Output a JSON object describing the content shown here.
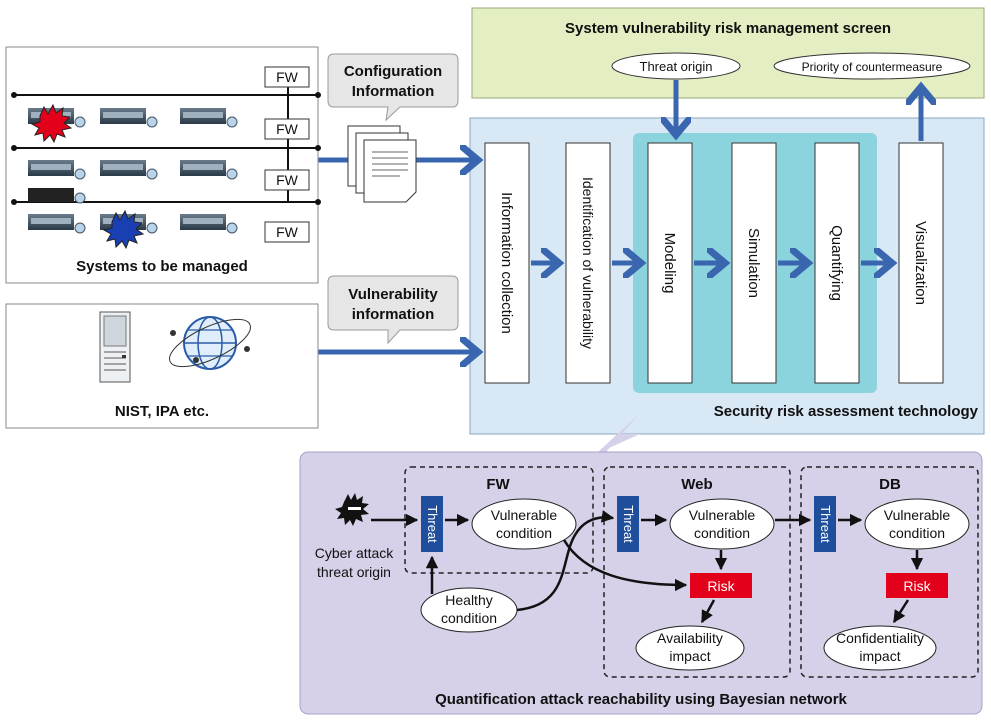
{
  "top_panel": {
    "title": "System vulnerability risk management screen",
    "threat_origin": "Threat origin",
    "priority": "Priority of countermeasure"
  },
  "systems_panel": {
    "caption": "Systems to be managed",
    "fw_labels": [
      "FW",
      "FW",
      "FW",
      "FW"
    ]
  },
  "config_callout": {
    "line1": "Configuration",
    "line2": "Information"
  },
  "vuln_callout": {
    "line1": "Vulnerability",
    "line2": "information"
  },
  "nist_panel": {
    "caption": "NIST, IPA etc."
  },
  "assessment_panel": {
    "caption": "Security risk assessment technology",
    "stages": [
      "Information collection",
      "Identification of vulnerability",
      "Modeling",
      "Simulation",
      "Quantifying",
      "Visualization"
    ]
  },
  "bayes_panel": {
    "caption": "Quantification attack reachability using Bayesian network",
    "attacker": {
      "line1": "Cyber attack",
      "line2": "threat origin"
    },
    "zones": [
      {
        "label": "FW"
      },
      {
        "label": "Web"
      },
      {
        "label": "DB"
      }
    ],
    "threat_label": "Threat",
    "vulnerable": {
      "line1": "Vulnerable",
      "line2": "condition"
    },
    "risk_label": "Risk",
    "healthy": {
      "line1": "Healthy",
      "line2": "condition"
    },
    "availability": {
      "line1": "Availability",
      "line2": "impact"
    },
    "confidentiality": {
      "line1": "Confidentiality",
      "line2": "impact"
    }
  },
  "colors": {
    "top_panel_bg": "#e3eec3",
    "assessment_bg": "#d9e8f5",
    "highlight_bg": "#7ccfd8",
    "bayes_bg": "#d6d0e8",
    "arrow_blue": "#3a66b0",
    "threat_blue": "#1f4e9c",
    "risk_red": "#e2001a"
  }
}
